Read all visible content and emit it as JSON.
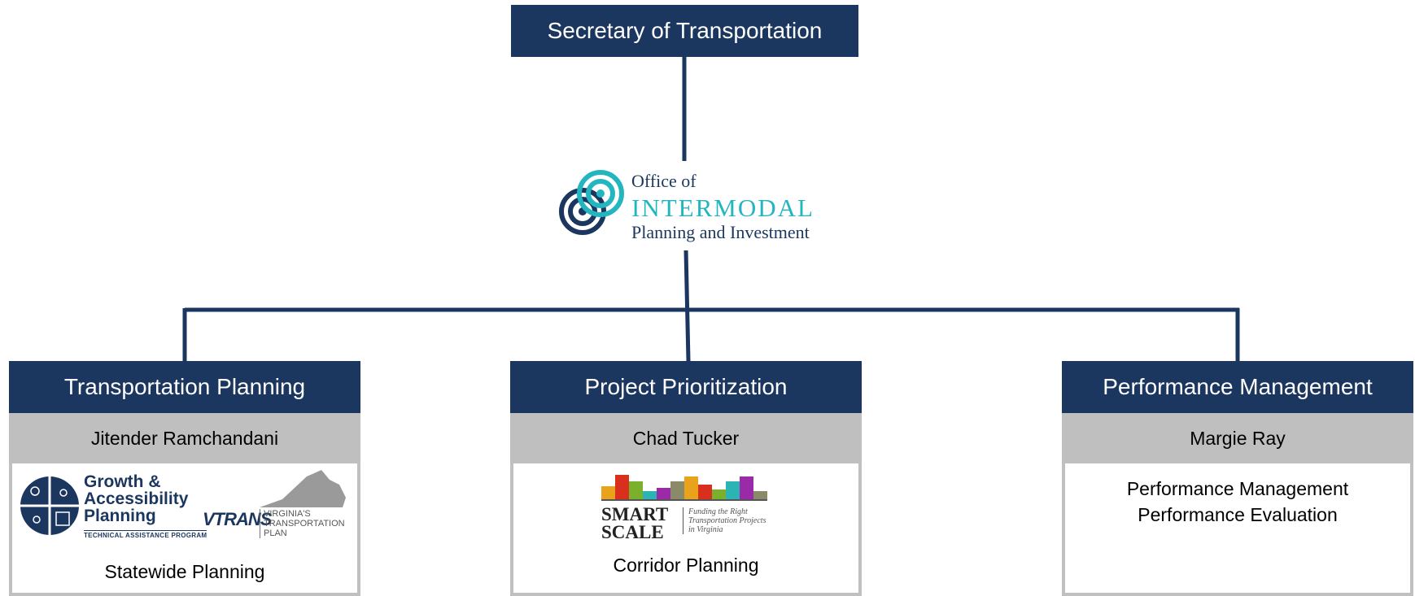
{
  "top": {
    "title": "Secretary of Transportation"
  },
  "office_logo": {
    "line1": "Office of",
    "line2": "INTERMODAL",
    "line3": "Planning and Investment"
  },
  "divisions": [
    {
      "title": "Transportation Planning",
      "lead": "Jitender Ramchandani",
      "logos": {
        "ga_title": "Growth & Accessibility Planning",
        "ga_sub": "TECHNICAL ASSISTANCE PROGRAM",
        "vtrans": "VTRANS",
        "vtrans_sub": "VIRGINIA'S TRANSPORTATION PLAN"
      },
      "items": [
        "Statewide Planning"
      ]
    },
    {
      "title": "Project Prioritization",
      "lead": "Chad Tucker",
      "logos": {
        "ss_word": "SMART SCALE",
        "ss_tag": "Funding the Right Transportation Projects in Virginia"
      },
      "items": [
        "Corridor Planning"
      ]
    },
    {
      "title": "Performance Management",
      "lead": "Margie Ray",
      "items": [
        "Performance Management",
        "Performance Evaluation"
      ]
    }
  ],
  "colors": {
    "navy": "#1b375f",
    "teal": "#23b5c0",
    "lead_bg": "#bfbfbf",
    "bar_colors": [
      "#e8a21c",
      "#d9301e",
      "#7ab02c",
      "#2cb3b3",
      "#9a2aa8",
      "#8a8a6a"
    ]
  }
}
